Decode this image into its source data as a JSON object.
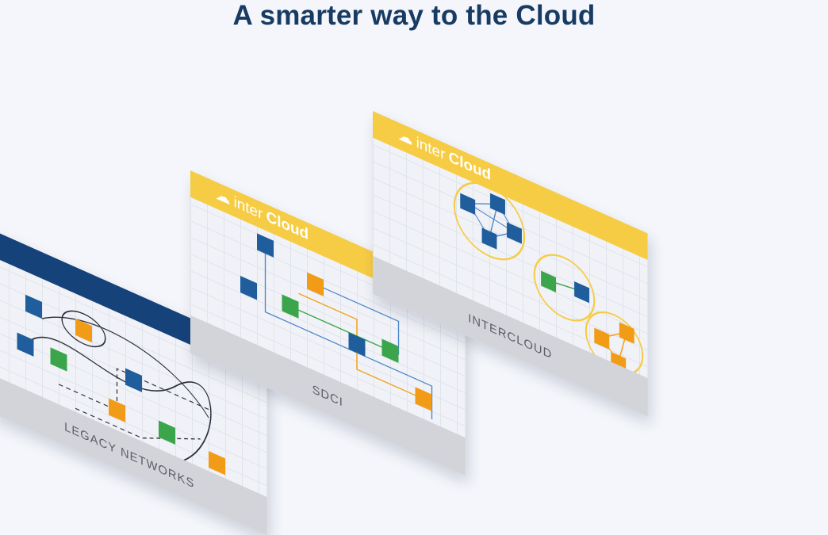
{
  "title": "A smarter way to the Cloud",
  "panels": [
    {
      "id": "legacy",
      "footer_label": "LEGACY NETWORKS",
      "header_color": "#16427a",
      "brand": ""
    },
    {
      "id": "sdci",
      "footer_label": "SDCI",
      "header_color": "#f6cc44",
      "brand_prefix": "inter",
      "brand_suffix": "Cloud"
    },
    {
      "id": "intercloud",
      "footer_label": "INTERCLOUD",
      "header_color": "#f6cc44",
      "brand_prefix": "inter",
      "brand_suffix": "Cloud"
    }
  ],
  "colors": {
    "cube_blue": "#1f5d9c",
    "cube_orange": "#f29b16",
    "cube_green": "#3aa54b",
    "link_blue": "#4a86c8",
    "link_orange": "#f2a11a",
    "link_green": "#3aa54b",
    "ring_yellow": "#f6cc44"
  }
}
